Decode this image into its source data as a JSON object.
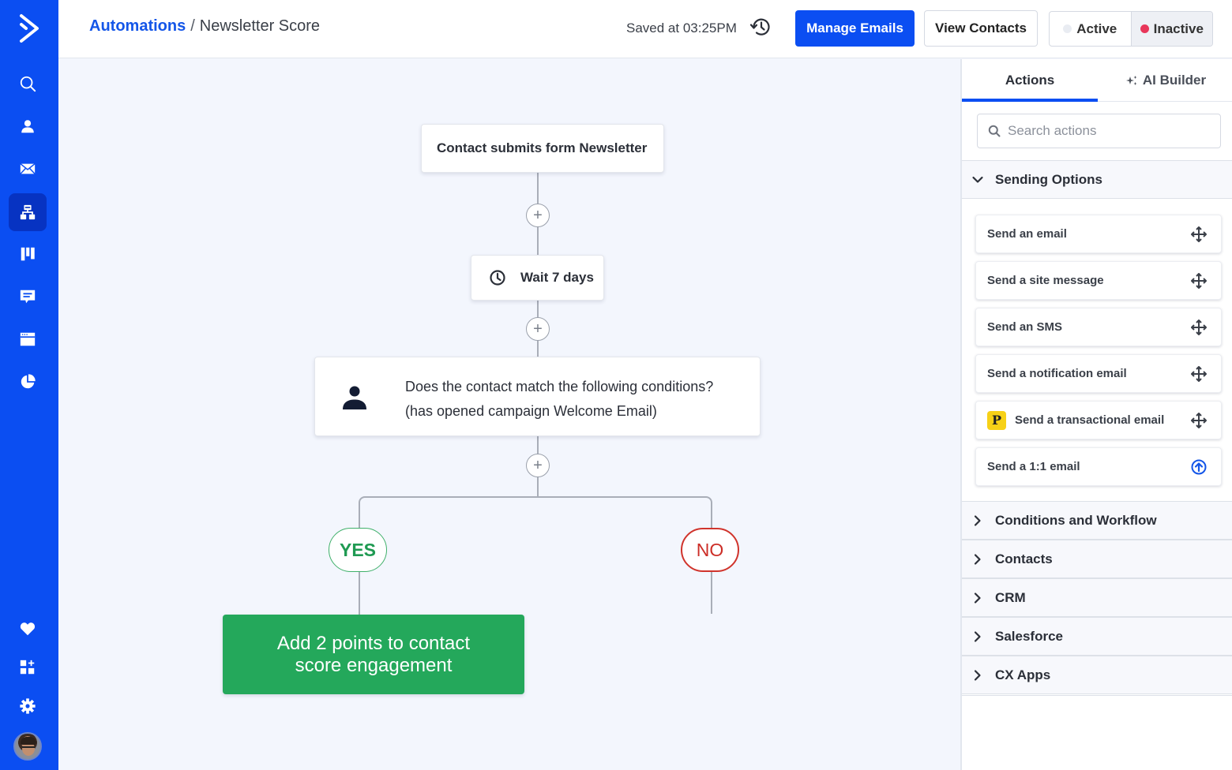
{
  "colors": {
    "brand_blue": "#0b4ef2",
    "active_nav": "#0733c2",
    "yes_green": "#24a85b",
    "no_red": "#d0342c",
    "inactive_dot": "#e8365a",
    "active_dot": "#e9ecf2",
    "canvas_bg": "#f3f6fd"
  },
  "sidebar": {
    "logo": "activecampaign-chevron-logo",
    "items": [
      {
        "icon": "search-icon",
        "active": false
      },
      {
        "icon": "contacts-icon",
        "active": false
      },
      {
        "icon": "email-icon",
        "active": false
      },
      {
        "icon": "automations-icon",
        "active": true
      },
      {
        "icon": "deals-pipeline-icon",
        "active": false
      },
      {
        "icon": "conversations-icon",
        "active": false
      },
      {
        "icon": "website-icon",
        "active": false
      },
      {
        "icon": "reports-icon",
        "active": false
      }
    ],
    "bottom_items": [
      {
        "icon": "heart-icon"
      },
      {
        "icon": "apps-icon"
      },
      {
        "icon": "gear-icon"
      }
    ],
    "avatar": "user-avatar"
  },
  "header": {
    "breadcrumb": {
      "parent": "Automations",
      "separator": "/",
      "current": "Newsletter Score"
    },
    "saved_status": "Saved at 03:25PM",
    "manage_emails_label": "Manage Emails",
    "view_contacts_label": "View Contacts",
    "status_toggle": {
      "active_label": "Active",
      "inactive_label": "Inactive",
      "selected": "Inactive"
    }
  },
  "workflow": {
    "trigger": "Contact submits form Newsletter",
    "wait": "Wait 7 days",
    "condition": {
      "line1": "Does the contact match the following conditions?",
      "line2": "(has opened campaign Welcome Email)"
    },
    "branch_yes": "YES",
    "branch_no": "NO",
    "yes_action": "Add 2 points to contact score engagement",
    "add_step_symbol": "+"
  },
  "panel": {
    "tabs": [
      {
        "label": "Actions",
        "active": true
      },
      {
        "label": "AI Builder",
        "active": false
      }
    ],
    "search_placeholder": "Search actions",
    "sections": [
      {
        "label": "Sending Options",
        "expanded": true,
        "items": [
          {
            "label": "Send an email",
            "icon": "move-icon"
          },
          {
            "label": "Send a site message",
            "icon": "move-icon"
          },
          {
            "label": "Send an SMS",
            "icon": "move-icon"
          },
          {
            "label": "Send a notification email",
            "icon": "move-icon"
          },
          {
            "label": "Send a transactional email",
            "icon": "move-icon",
            "badge": "P"
          },
          {
            "label": "Send a 1:1 email",
            "icon": "upgrade-arrow-icon"
          }
        ]
      },
      {
        "label": "Conditions and Workflow",
        "expanded": false
      },
      {
        "label": "Contacts",
        "expanded": false
      },
      {
        "label": "CRM",
        "expanded": false
      },
      {
        "label": "Salesforce",
        "expanded": false
      },
      {
        "label": "CX Apps",
        "expanded": false
      }
    ]
  }
}
